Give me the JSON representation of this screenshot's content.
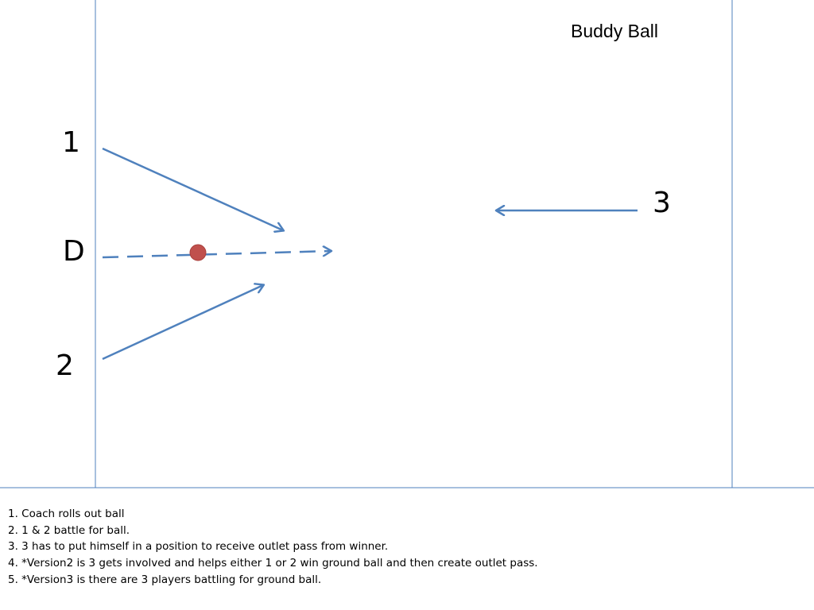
{
  "slide": {
    "title": "Buddy Ball"
  },
  "players": {
    "p1": "1",
    "defender": "D",
    "p2": "2",
    "p3": "3"
  },
  "instructions": [
    "1.  Coach rolls out ball",
    "2. 1 & 2 battle for ball.",
    "3. 3 has to put himself in a position to receive outlet pass from winner.",
    "4. *Version2 is 3 gets involved and helps either 1 or 2 win ground ball and then create outlet pass.",
    "5. *Version3 is there are 3 players battling for ground ball."
  ],
  "colors": {
    "arrow": "#4f81bd",
    "boundary": "#4f81bd",
    "ball": "#c0504d",
    "ball_outline": "#a9403d"
  },
  "icons": {
    "ball": "ball-icon"
  }
}
